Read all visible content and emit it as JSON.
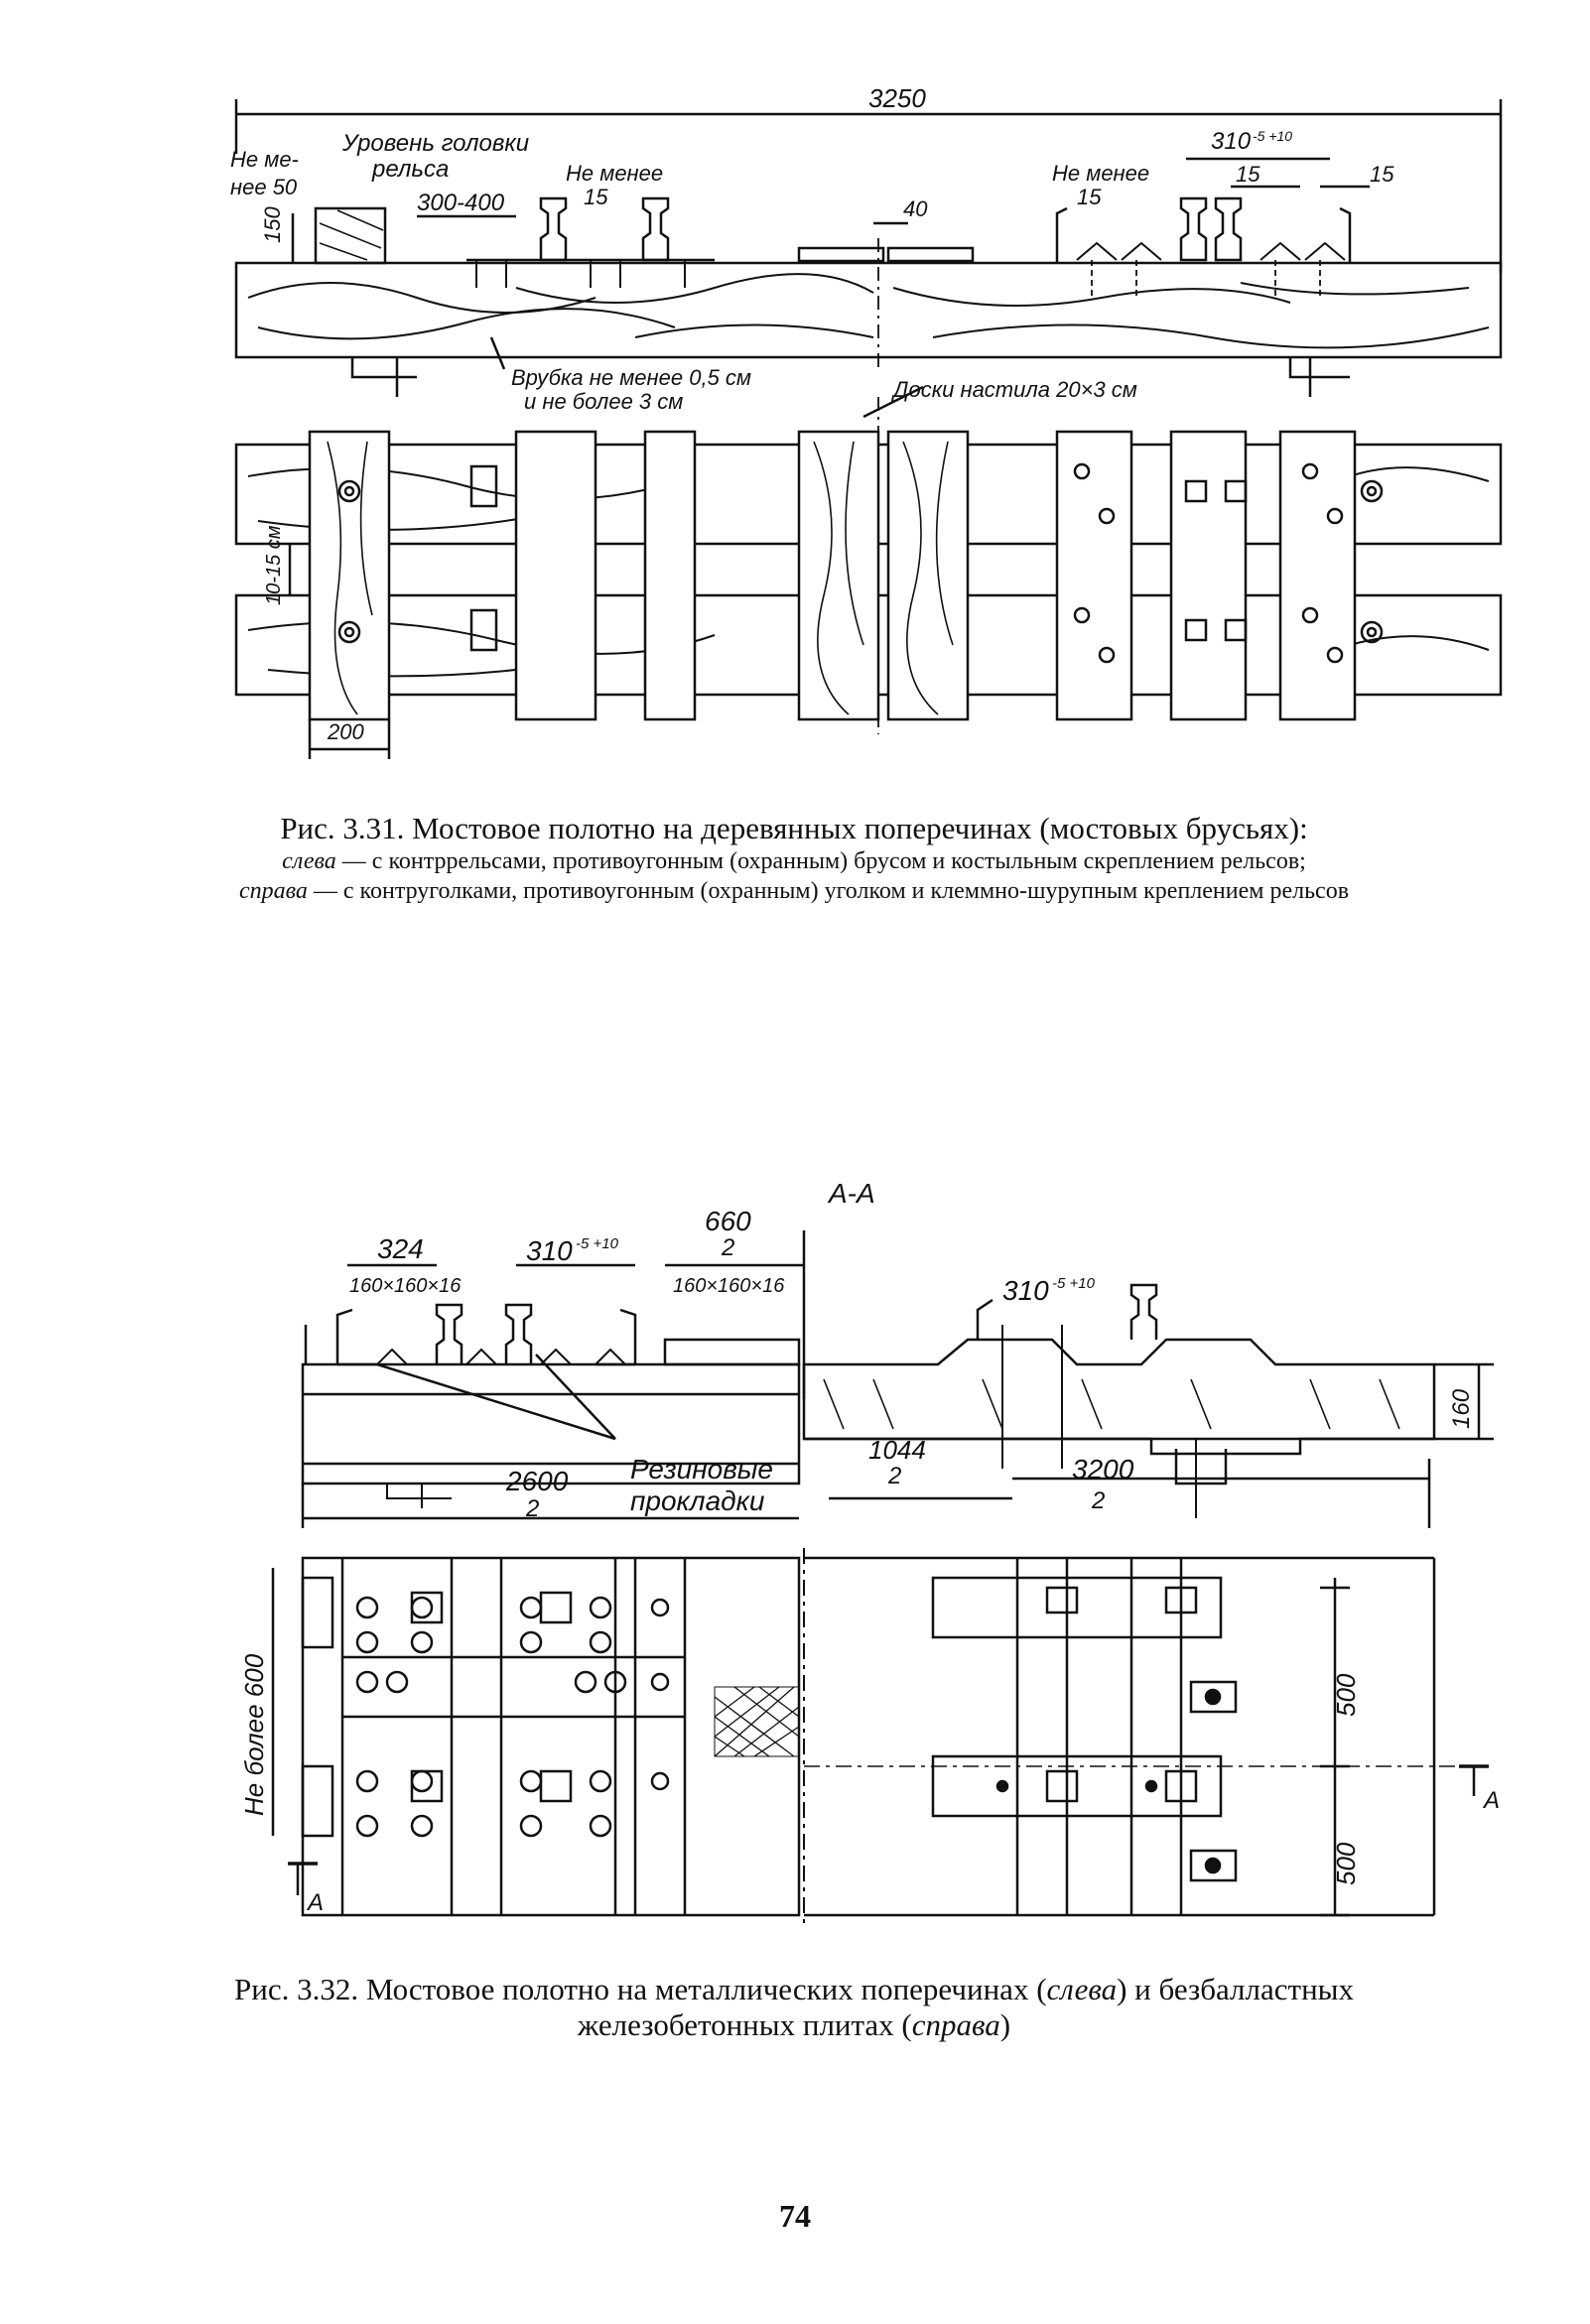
{
  "figure1": {
    "dims": {
      "total_width": "3250",
      "not_less_50_a": "Не ме-",
      "not_less_50_b": "нее 50",
      "rail_head_a": "Уровень головки",
      "rail_head_b": "рельса",
      "not_less_15_left_a": "Не менее",
      "not_less_15_left_b": "15",
      "range_300_400": "300-400",
      "height_150": "150",
      "gap_40": "40",
      "not_less_15_right_a": "Не менее",
      "not_less_15_right_b": "15",
      "gauge_310": "310",
      "gauge_tol": "-5 +10",
      "right_15_a": "15",
      "right_15_b": "15",
      "notch_a": "Врубка не менее 0,5 см",
      "notch_b": "и не более 3 см",
      "boards": "Доски настила 20×3 см",
      "gap_10_15": "10-15 см",
      "width_200": "200"
    },
    "caption_main": "Рис. 3.31. Мостовое полотно на деревянных поперечинах (мостовых брусьях):",
    "caption_left_label": "слева",
    "caption_left_text": " — с контррельсами, противоугонным (охранным) брусом и костыльным скреплением рельсов;",
    "caption_right_label": "справа",
    "caption_right_text": " — с контруголками, противоугонным (охранным) уголком и клеммно-шурупным креплением рельсов"
  },
  "figure2": {
    "section_label": "А-А",
    "dims": {
      "d324": "324",
      "gauge_310": "310",
      "gauge_tol": "-5 +10",
      "d660": "660",
      "d660_den": "2",
      "angle_left": "160×160×16",
      "angle_right": "160×160×16",
      "gauge_310_r": "310",
      "gauge_tol_r": "-5 +10",
      "d160": "160",
      "d2600": "2600",
      "d2600_den": "2",
      "rubber_a": "Резиновые",
      "rubber_b": "прокладки",
      "d1044": "1044",
      "d1044_den": "2",
      "d3200": "3200",
      "d3200_den": "2",
      "not_more_600": "Не более 600",
      "d500_a": "500",
      "d500_b": "500",
      "section_a_left": "А",
      "section_a_right": "А"
    },
    "caption_a": "Рис. 3.32. Мостовое полотно на металлических поперечинах (",
    "caption_left": "слева",
    "caption_b": ") и безбалластных",
    "caption_c": "железобетонных плитах (",
    "caption_right": "справа",
    "caption_d": ")"
  },
  "page_number": "74"
}
